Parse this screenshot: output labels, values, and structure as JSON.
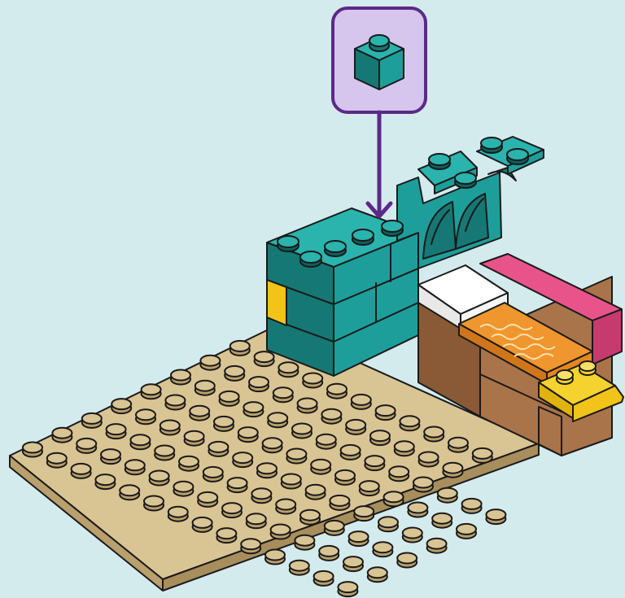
{
  "instruction": {
    "step_type": "add-part",
    "callout_part": {
      "name": "1x1 brick",
      "color": "#1e9e9a",
      "quantity": 1
    },
    "arrow_color": "#5b2a86",
    "callout_fill": "#d6c5ec"
  },
  "colors": {
    "background": "#d4ebee",
    "baseplate": "#d9c494",
    "baseplate_dark": "#b9a06c",
    "wall_teal": "#1e9e9a",
    "wall_teal_dark": "#157874",
    "accent_yellow": "#f2c318",
    "bed_brown": "#a9744a",
    "bed_orange": "#f0962e",
    "pillow_white": "#ffffff",
    "blanket_pink": "#e8548a"
  },
  "baseplate_studs": {
    "columns": 8,
    "rows": 14
  }
}
